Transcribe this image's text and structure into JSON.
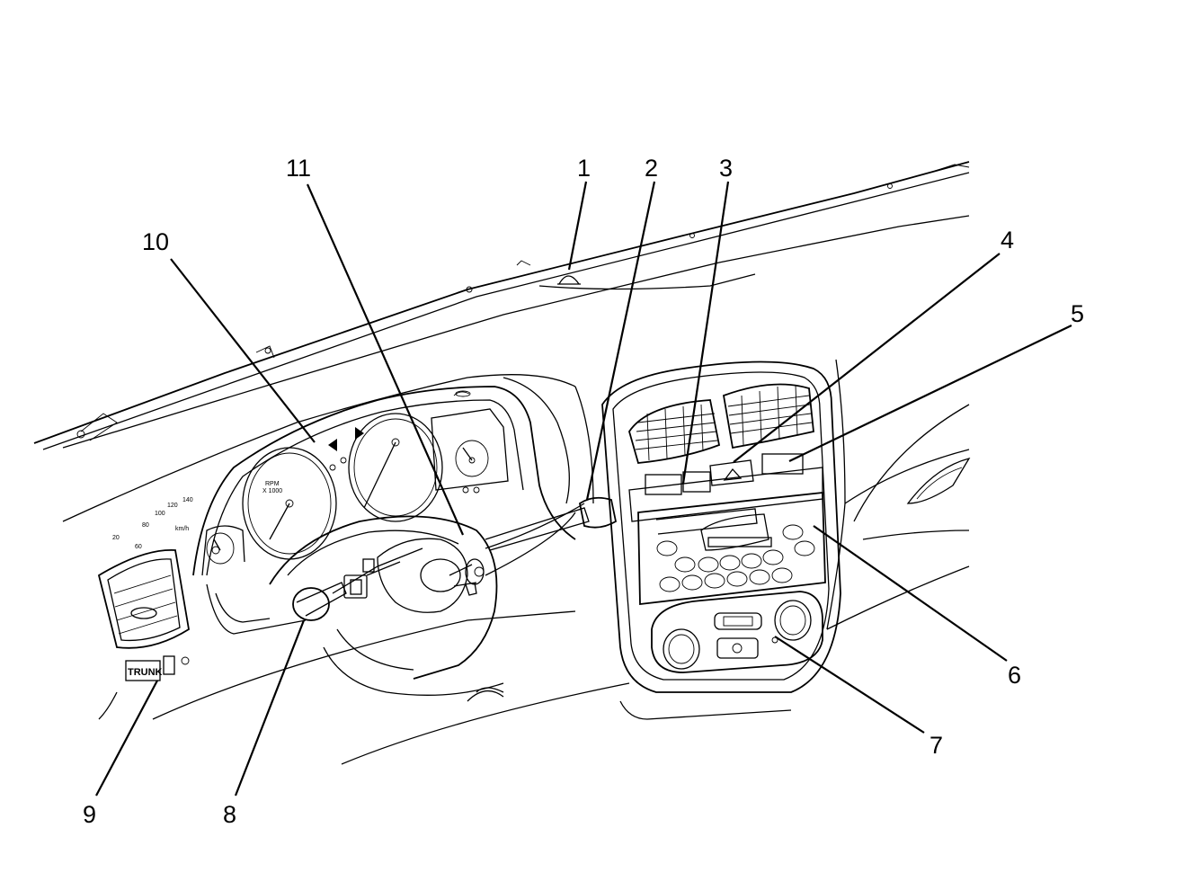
{
  "callouts": {
    "c1": "1",
    "c2": "2",
    "c3": "3",
    "c4": "4",
    "c5": "5",
    "c6": "6",
    "c7": "7",
    "c8": "8",
    "c9": "9",
    "c10": "10",
    "c11": "11"
  },
  "labels": {
    "trunk": "TRUNK",
    "rpm": "RPM",
    "rpm_scale": "X 1000",
    "kmh": "km/h"
  },
  "speedo_ticks": [
    "80",
    "100",
    "120",
    "140",
    "60",
    "20"
  ]
}
